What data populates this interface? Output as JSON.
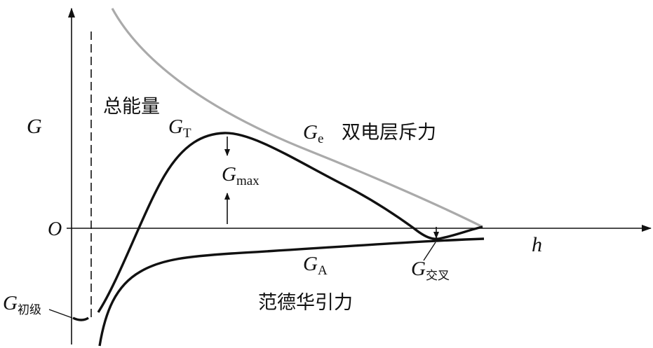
{
  "axes": {
    "y_label": "G",
    "x_label": "h",
    "origin_label": "O"
  },
  "labels": {
    "total_energy": "总能量",
    "g_t_main": "G",
    "g_t_sub": "T",
    "g_e_main": "G",
    "g_e_sub": "e",
    "double_layer": "双电层斥力",
    "g_max_main": "G",
    "g_max_sub": "max",
    "g_a_main": "G",
    "g_a_sub": "A",
    "van_der_waals": "范德华引力",
    "g_cross_main": "G",
    "g_cross_sub": "交叉",
    "g_primary_main": "G",
    "g_primary_sub": "初级"
  },
  "colors": {
    "curve_black": "#111111",
    "curve_gray": "#aaaaaa",
    "background": "#ffffff"
  }
}
